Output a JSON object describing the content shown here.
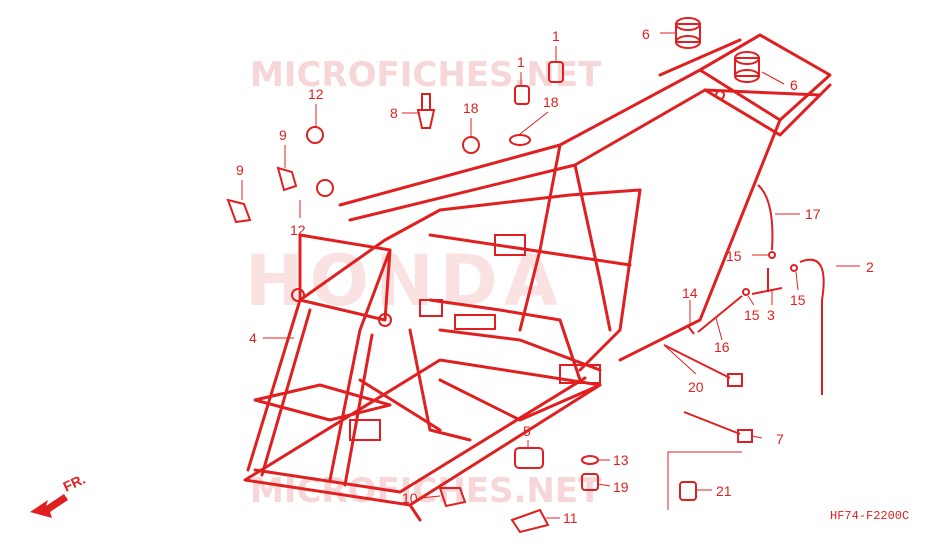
{
  "watermark_top": "MICROFICHES.NET",
  "watermark_bottom": "MICROFICHES.NET",
  "watermark_center": "HONDA",
  "direction_label": "FR.",
  "diagram_code": "HF74-F2200C",
  "callouts": [
    {
      "id": "c6a",
      "text": "6"
    },
    {
      "id": "c6b",
      "text": "6"
    },
    {
      "id": "c1a",
      "text": "1"
    },
    {
      "id": "c1b",
      "text": "1"
    },
    {
      "id": "c12a",
      "text": "12"
    },
    {
      "id": "c8",
      "text": "8"
    },
    {
      "id": "c18a",
      "text": "18"
    },
    {
      "id": "c18b",
      "text": "18"
    },
    {
      "id": "c9a",
      "text": "9"
    },
    {
      "id": "c9b",
      "text": "9"
    },
    {
      "id": "c12b",
      "text": "12"
    },
    {
      "id": "c17",
      "text": "17"
    },
    {
      "id": "c15a",
      "text": "15"
    },
    {
      "id": "c2",
      "text": "2"
    },
    {
      "id": "c14",
      "text": "14"
    },
    {
      "id": "c15b",
      "text": "15"
    },
    {
      "id": "c3",
      "text": "3"
    },
    {
      "id": "c15c",
      "text": "15"
    },
    {
      "id": "c4",
      "text": "4"
    },
    {
      "id": "c16",
      "text": "16"
    },
    {
      "id": "c20",
      "text": "20"
    },
    {
      "id": "c5",
      "text": "5"
    },
    {
      "id": "c7",
      "text": "7"
    },
    {
      "id": "c13",
      "text": "13"
    },
    {
      "id": "c19",
      "text": "19"
    },
    {
      "id": "c21",
      "text": "21"
    },
    {
      "id": "c10",
      "text": "10"
    },
    {
      "id": "c11",
      "text": "11"
    }
  ]
}
